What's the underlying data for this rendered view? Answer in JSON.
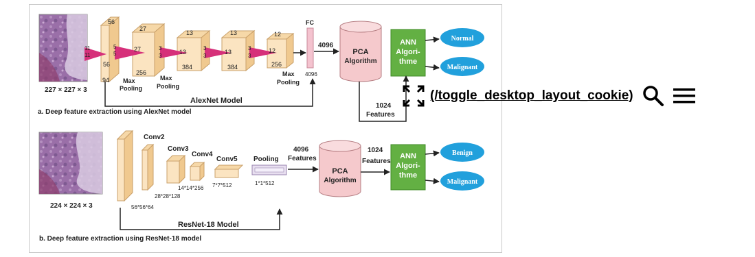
{
  "figure": {
    "alexnet": {
      "input_size": "227 × 227 × 3",
      "dims": [
        "56",
        "27",
        "13",
        "13",
        "12"
      ],
      "side_labels": [
        "56",
        "256",
        "384",
        "384",
        "256",
        "94",
        "4096"
      ],
      "small_marks": [
        "5",
        "5",
        "3",
        "3",
        "3",
        "3",
        "3",
        "3",
        "11",
        "11"
      ],
      "pool_labels": [
        "Max Pooling",
        "Max Pooling",
        "Max Pooling"
      ],
      "fc_label": "FC",
      "feature_count": "4096",
      "model_label": "AlexNet Model",
      "caption": "a. Deep feature extraction using AlexNet model",
      "pca_line1": "PCA",
      "pca_line2": "Algorithm",
      "reduced_count": "1024",
      "reduced_label": "Features",
      "ann_lines": [
        "ANN",
        "Algori-",
        "thme"
      ],
      "out1": "Normal",
      "out2": "Malignant"
    },
    "resnet": {
      "input_size": "224 × 224 × 3",
      "conv_labels": [
        "Conv2",
        "Conv3",
        "Conv4",
        "Conv5"
      ],
      "conv_dims": [
        "56*56*64",
        "28*28*128",
        "14*14*256",
        "7*7*512"
      ],
      "pool_label": "Pooling",
      "pool_dim": "1*1*512",
      "features_count": "4096",
      "features_label": "Features",
      "pca_line1": "PCA",
      "pca_line2": "Algorithm",
      "reduced_count": "1024",
      "reduced_label": "Features",
      "ann_lines": [
        "ANN",
        "Algori-",
        "thme"
      ],
      "out1": "Benign",
      "out2": "Malignant",
      "model_label": "ResNet-18 Model",
      "caption": "b. Deep feature extraction using ResNet-18 model"
    }
  },
  "toolbar": {
    "toggle_link": "(/toggle_desktop_layout_cookie)",
    "toggle_icon": "fullscreen-icon",
    "search_icon": "search-icon",
    "menu_icon": "hamburger-menu-icon"
  }
}
